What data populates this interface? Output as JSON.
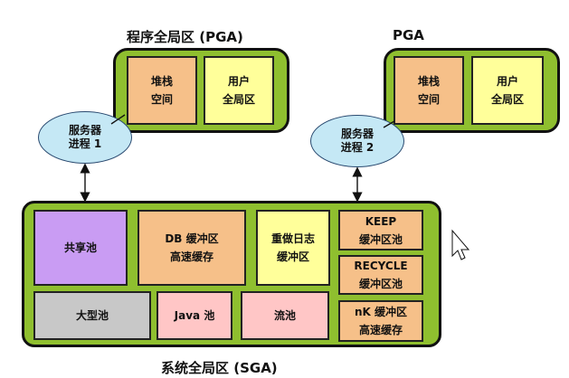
{
  "colors": {
    "panel_green": "#8fbf2f",
    "stack_orange": "#f6c089",
    "user_yellow": "#ffff9a",
    "shared_purple": "#c99cf3",
    "large_gray": "#c8c8c8",
    "java_pink": "#ffc6c6",
    "ellipse_blue": "#c5e8f5"
  },
  "pga1": {
    "title": "程序全局区 (PGA)",
    "stack": "堆栈\n空间",
    "user_global": "用户\n全局区"
  },
  "pga2": {
    "title": "PGA",
    "stack": "堆栈\n空间",
    "user_global": "用户\n全局区"
  },
  "process1": "服务器\n进程 1",
  "process2": "服务器\n进程 2",
  "sga": {
    "title": "系统全局区 (SGA)",
    "shared_pool": "共享池",
    "db_buffer": "DB 缓冲区\n高速缓存",
    "redo_log": "重做日志\n缓冲区",
    "keep_pool": "KEEP\n缓冲区池",
    "recycle_pool": "RECYCLE\n缓冲区池",
    "nk_cache": "nK 缓冲区\n高速缓存",
    "large_pool": "大型池",
    "java_pool": "Java 池",
    "streams_pool": "流池"
  },
  "icons": [
    "double-arrow-icon",
    "mouse-pointer-icon"
  ]
}
